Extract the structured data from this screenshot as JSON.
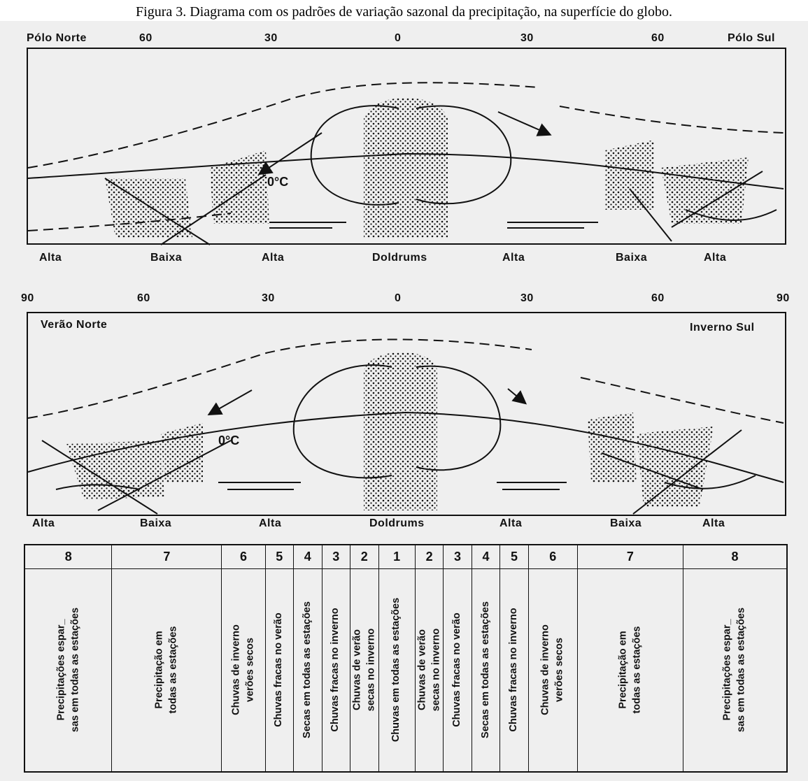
{
  "caption": "Figura 3. Diagrama com os padrões de variação sazonal da precipitação, na superfície do globo.",
  "top_panel": {
    "corner_left": "Pólo Norte",
    "corner_right": "Pólo Sul",
    "lat_ticks": [
      "60",
      "30",
      "0",
      "30",
      "60"
    ],
    "isotherm": "0°C",
    "bottom_labels": [
      "Alta",
      "Baixa",
      "Alta",
      "Doldrums",
      "Alta",
      "Baixa",
      "Alta"
    ]
  },
  "bottom_panel": {
    "title_left": "Verão Norte",
    "title_right": "Inverno Sul",
    "lat_ticks": [
      "90",
      "60",
      "30",
      "0",
      "30",
      "60",
      "90"
    ],
    "isotherm": "0°C",
    "bottom_labels": [
      "Alta",
      "Baixa",
      "Alta",
      "Doldrums",
      "Alta",
      "Baixa",
      "Alta"
    ]
  },
  "table": {
    "columns": [
      {
        "num": "8",
        "lines": [
          "Precipitações espar_",
          "sas em todas as estações"
        ]
      },
      {
        "num": "7",
        "lines": [
          "Precipitação em",
          "todas as estações"
        ]
      },
      {
        "num": "6",
        "lines": [
          "Chuvas de inverno",
          "verões secos"
        ]
      },
      {
        "num": "5",
        "lines": [
          "Chuvas fracas no verão"
        ]
      },
      {
        "num": "4",
        "lines": [
          "Secas em todas as estações"
        ]
      },
      {
        "num": "3",
        "lines": [
          "Chuvas fracas no inverno"
        ]
      },
      {
        "num": "2",
        "lines": [
          "Chuvas de verão",
          "secas no inverno"
        ]
      },
      {
        "num": "1",
        "lines": [
          "Chuvas em todas as estações"
        ]
      },
      {
        "num": "2",
        "lines": [
          "Chuvas de verão",
          "secas no inverno"
        ]
      },
      {
        "num": "3",
        "lines": [
          "Chuvas fracas no verão"
        ]
      },
      {
        "num": "4",
        "lines": [
          "Secas em todas as estações"
        ]
      },
      {
        "num": "5",
        "lines": [
          "Chuvas fracas no inverno"
        ]
      },
      {
        "num": "6",
        "lines": [
          "Chuvas de inverno",
          "verões secos"
        ]
      },
      {
        "num": "7",
        "lines": [
          "Precipitação em",
          "todas as estações"
        ]
      },
      {
        "num": "8",
        "lines": [
          "Precipitações espar_",
          "sas em todas as estações"
        ]
      }
    ]
  }
}
